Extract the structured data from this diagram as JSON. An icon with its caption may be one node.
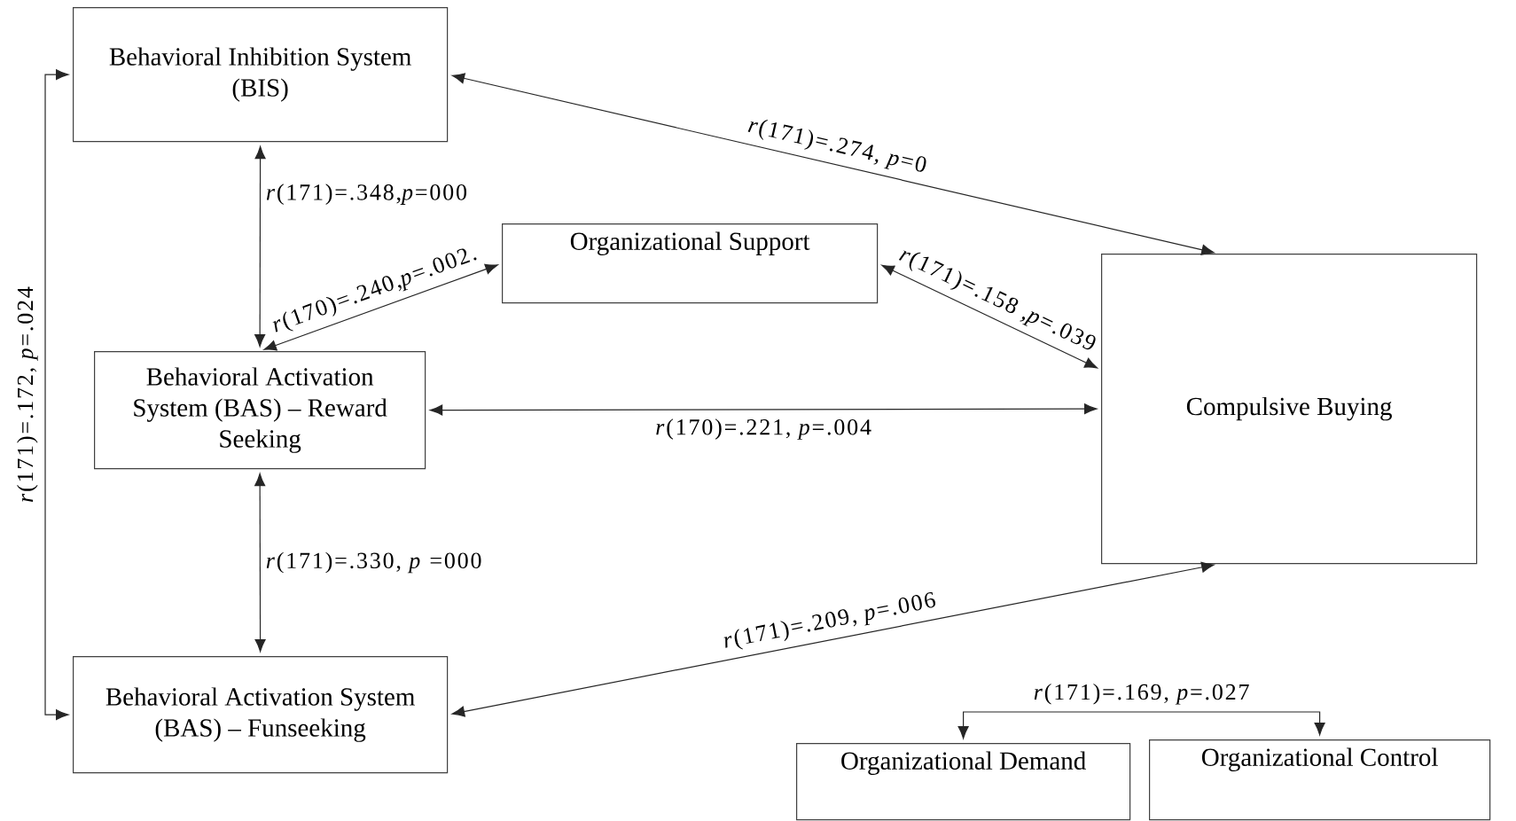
{
  "diagram": {
    "nodes": [
      {
        "text": [
          "Behavioral Inhibition System (BIS)"
        ]
      },
      {
        "text": [
          "Organizational Support"
        ]
      },
      {
        "text": [
          "Behavioral Activation System (BAS) – Reward Seeking"
        ]
      },
      {
        "text": [
          "Compulsive Buying"
        ]
      },
      {
        "text": [
          "Behavioral Activation System (BAS) – Funseeking"
        ]
      },
      {
        "text": [
          "Organizational Demand"
        ]
      },
      {
        "text": [
          "Organizational Control"
        ]
      }
    ],
    "edges": [
      {
        "from": 0,
        "to": 3,
        "arrow": "both",
        "label": "*r*(171)=.274, *p*=0"
      },
      {
        "from": 0,
        "to": 2,
        "arrow": "both",
        "label": "*r*(171)=.348,*p*=000"
      },
      {
        "from": 2,
        "to": 1,
        "arrow": "both",
        "label": "*r*(170)=.240,*p*=.002."
      },
      {
        "from": 1,
        "to": 3,
        "arrow": "both",
        "label": "*r*(171)=.158 ,*p*=.039"
      },
      {
        "from": 2,
        "to": 3,
        "arrow": "both",
        "label": "*r*(170)=.221, *p*=.004"
      },
      {
        "from": 2,
        "to": 4,
        "arrow": "both",
        "label": "*r*(171)=.330, *p* =000"
      },
      {
        "from": 0,
        "to": 4,
        "arrow": "both",
        "label": "*r*(171)=.172, *p*=.024"
      },
      {
        "from": 4,
        "to": 3,
        "arrow": "both",
        "label": "*r*(171)=.209, *p*=.006"
      },
      {
        "from": 5,
        "to": 6,
        "arrow": "both",
        "label": "*r*(171)=.169, *p*=.027"
      }
    ]
  }
}
